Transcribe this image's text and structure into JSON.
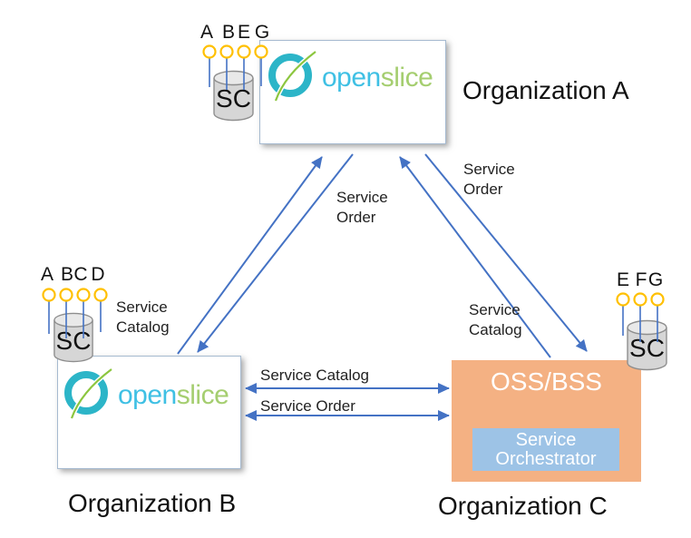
{
  "logo": {
    "open": "open",
    "slice": "slice"
  },
  "org_a": {
    "label": "Organization A",
    "sc": "SC",
    "ports": [
      "A",
      "B",
      "E",
      "G"
    ]
  },
  "org_b": {
    "label": "Organization B",
    "sc": "SC",
    "ports": [
      "A",
      "B",
      "C",
      "D"
    ]
  },
  "org_c": {
    "label": "Organization C",
    "system": "OSS/BSS",
    "orchestrator": {
      "line1": "Service",
      "line2": "Orchestrator"
    },
    "sc": "SC",
    "ports": [
      "E",
      "F",
      "G"
    ]
  },
  "labels": {
    "ab_order": {
      "line1": "Service",
      "line2": "Order"
    },
    "ac_order": {
      "line1": "Service",
      "line2": "Order"
    },
    "b_catalog": {
      "line1": "Service",
      "line2": "Catalog"
    },
    "c_catalog": {
      "line1": "Service",
      "line2": "Catalog"
    },
    "bc_catalog": "Service Catalog",
    "bc_order": "Service Order"
  },
  "colors": {
    "arrow": "#4472C4",
    "port_ring": "#FFC000",
    "oss_bss_fill": "#F4B183",
    "orchestrator_fill": "#9DC3E6",
    "logo_ring": "#2CB5C8",
    "logo_open": "#3FC0E4",
    "logo_slice": "#A5CE70",
    "logo_swoosh": "#8CC63F",
    "box_border": "#A6BAD0",
    "cylinder_fill": "#D6D6D6"
  }
}
